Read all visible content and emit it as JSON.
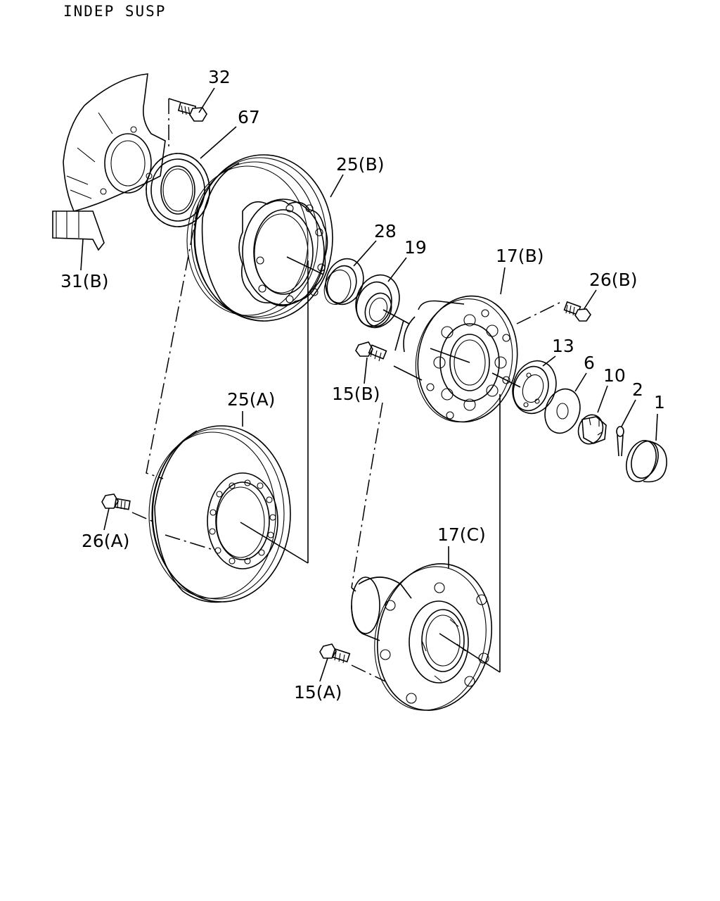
{
  "title": "INDEP SUSP",
  "callouts": {
    "c32": "32",
    "c67": "67",
    "c25b": "25(B)",
    "c28": "28",
    "c19": "19",
    "c17b": "17(B)",
    "c26b": "26(B)",
    "c13": "13",
    "c6": "6",
    "c10": "10",
    "c2": "2",
    "c1": "1",
    "c31b": "31(B)",
    "c15b": "15(B)",
    "c25a": "25(A)",
    "c26a": "26(A)",
    "c17c": "17(C)",
    "c15a": "15(A)"
  }
}
